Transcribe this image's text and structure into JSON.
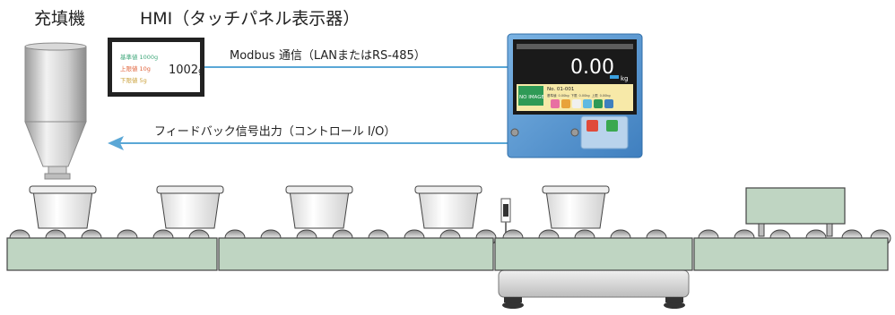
{
  "labels": {
    "filler": "充填機",
    "hmi": "HMI（タッチパネル表示器）",
    "modbus": "Modbus 通信（LANまたはRS-485）",
    "feedback": "フィードバック信号出力（コントロール I/O）"
  },
  "hmi_panel": {
    "rows": [
      {
        "label": "基準値",
        "value": "1000g"
      },
      {
        "label": "上限値",
        "value": "10g"
      },
      {
        "label": "下限値",
        "value": "5g"
      }
    ],
    "reading": "1002",
    "unit": "g"
  },
  "indicator": {
    "reading": "0.00",
    "unit": "kg",
    "no_image_text": "NO IMAGE",
    "program_no": "No. 01-001",
    "footer_labels": [
      "基準値",
      "0.00kg",
      "下限",
      "0.00kg",
      "上限",
      "0.00kg"
    ]
  },
  "colors": {
    "hmi_base": "#3fa77a",
    "hmi_upper": "#e0623a",
    "hmi_lower": "#caa13a",
    "arrow": "#5aa7d6",
    "conveyor": "#bfd5c2",
    "indicator_body": "#4f8fc9"
  }
}
